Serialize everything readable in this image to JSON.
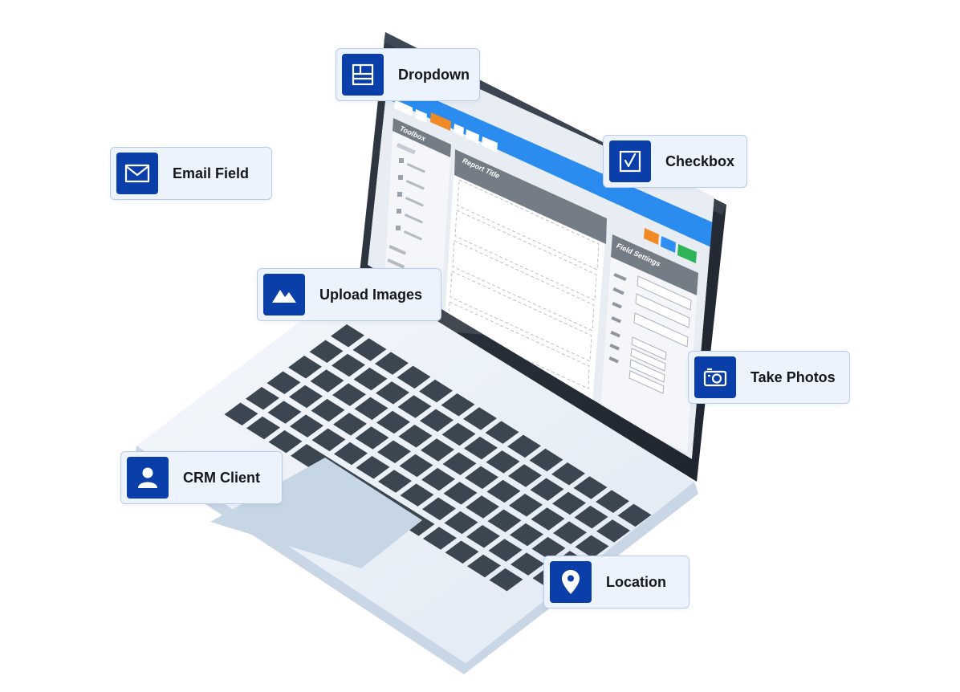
{
  "screen": {
    "toolbox_title": "Toolbox",
    "report_title": "Report Title",
    "field_settings_title": "Field Settings"
  },
  "callouts": {
    "dropdown": "Dropdown",
    "email_field": "Email Field",
    "checkbox": "Checkbox",
    "upload_images": "Upload Images",
    "take_photos": "Take Photos",
    "crm_client": "CRM Client",
    "location": "Location"
  },
  "colors": {
    "accent": "#0a3ea8",
    "callout_bg": "#edf3fd",
    "screen_bar": "#2b8cf0",
    "orange": "#f08a24",
    "blue": "#2f8ef2",
    "green": "#2eb356",
    "key": "#3c4650"
  },
  "icons": [
    "dropdown-icon",
    "envelope-icon",
    "checkbox-icon",
    "image-icon",
    "camera-icon",
    "user-icon",
    "map-pin-icon"
  ]
}
